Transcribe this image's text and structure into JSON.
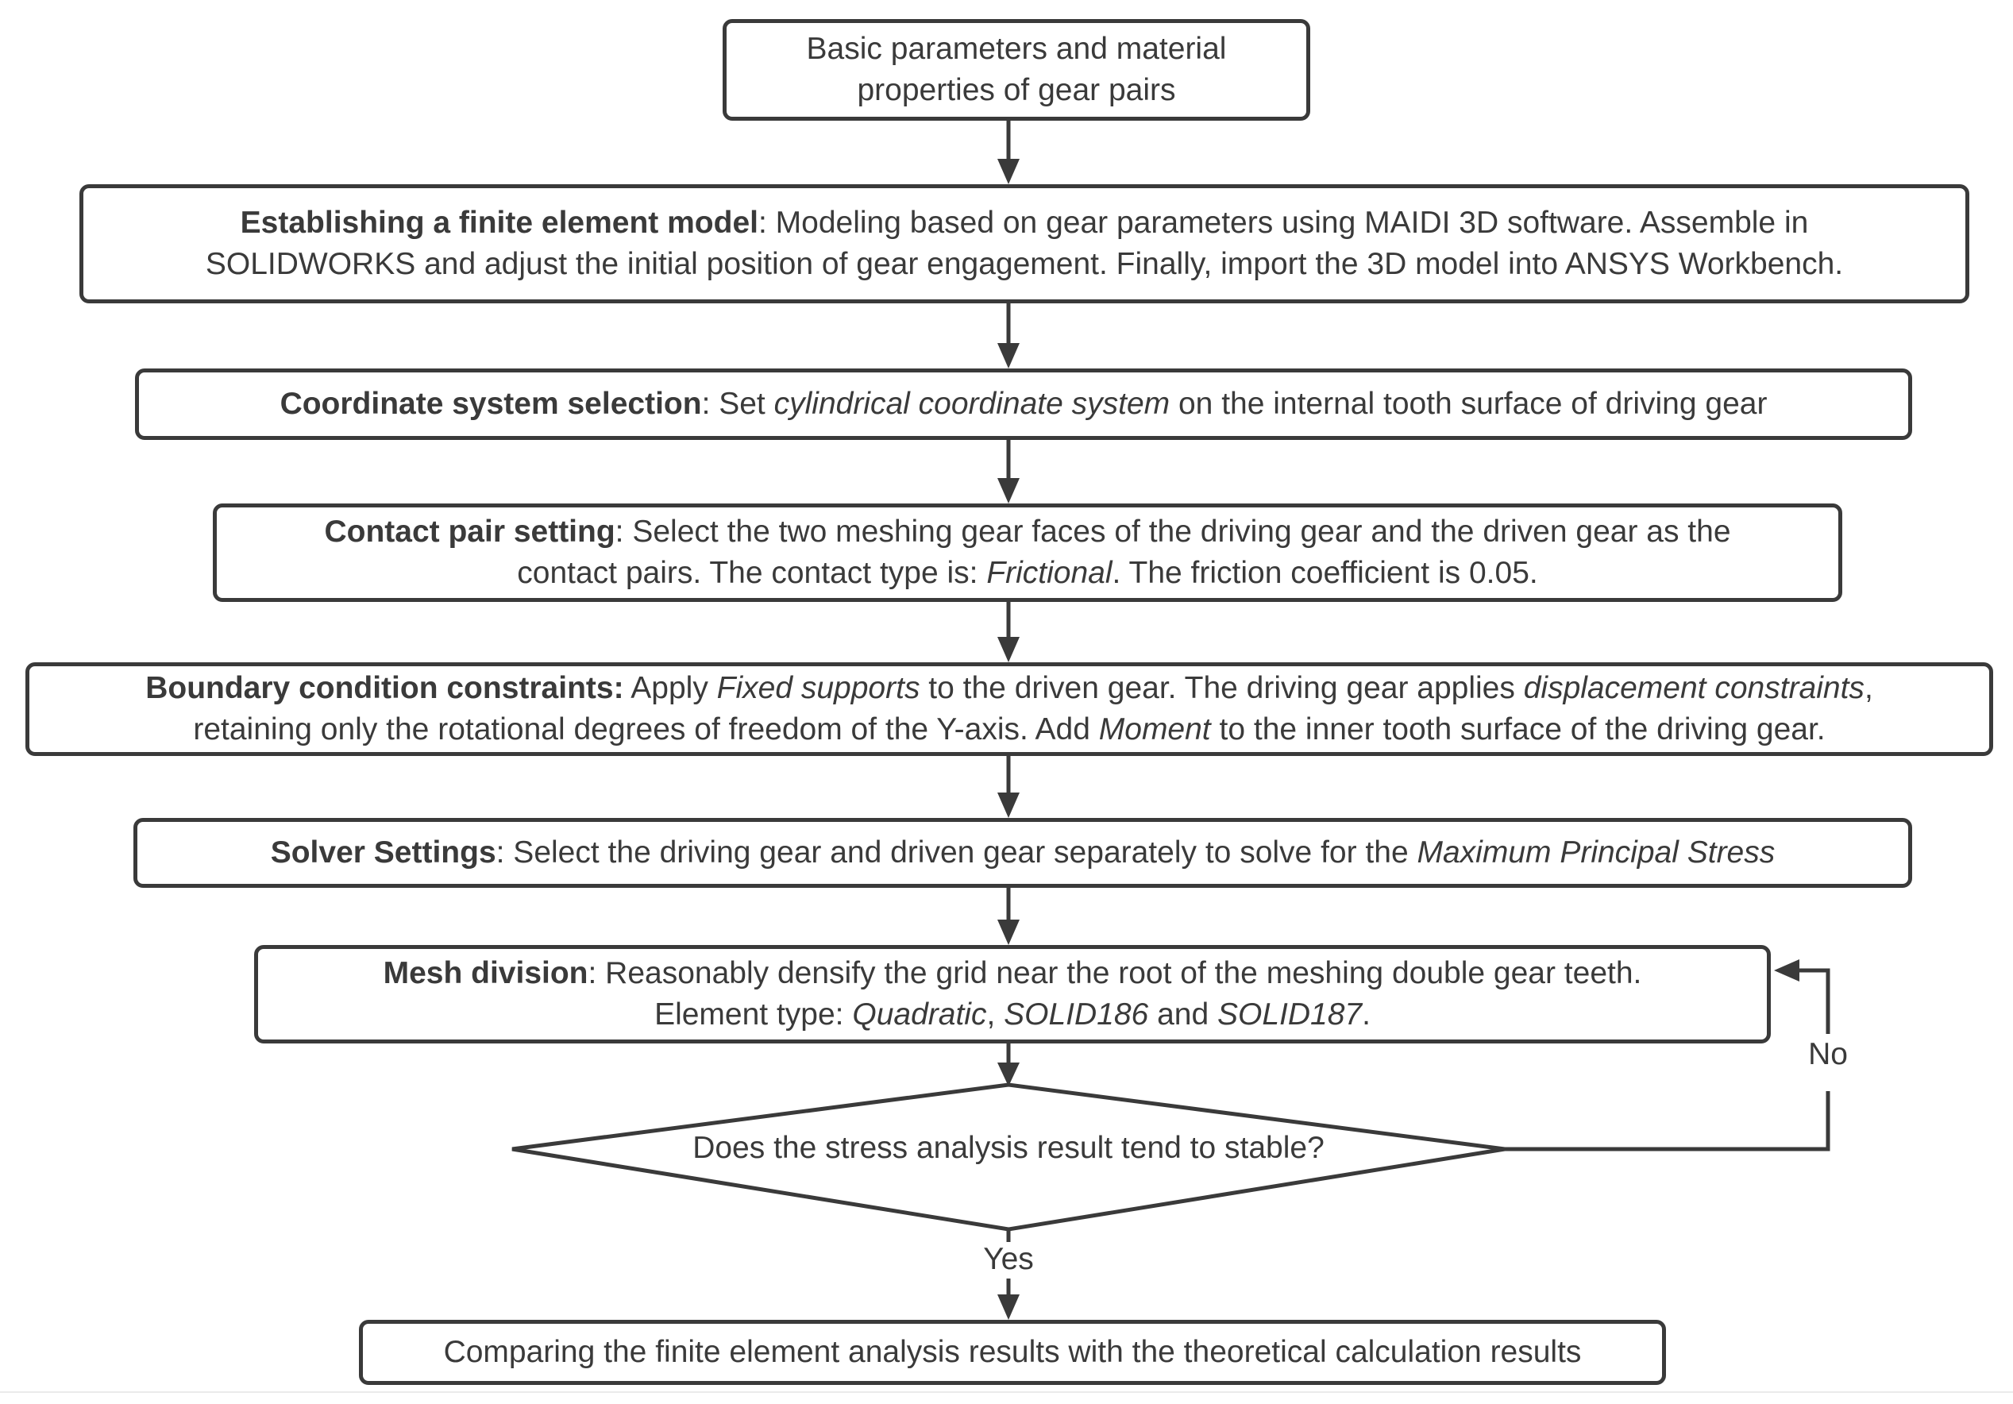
{
  "diagram": {
    "colors": {
      "line": "#3a3a3a",
      "text": "#3a3a3a",
      "background": "#ffffff"
    },
    "labels": {
      "yes": "Yes",
      "no": "No"
    },
    "nodes": {
      "start": {
        "segments": [
          {
            "t": "Basic parameters and material"
          },
          {
            "br": true
          },
          {
            "t": "properties of gear pairs"
          }
        ]
      },
      "fem": {
        "segments": [
          {
            "t": "Establishing a finite element model",
            "b": true
          },
          {
            "t": ": Modeling based on gear parameters using MAIDI 3D software. Assemble in"
          },
          {
            "br": true
          },
          {
            "t": "SOLIDWORKS and adjust the initial position of gear engagement. Finally, import the 3D model into ANSYS Workbench."
          }
        ]
      },
      "coordinate": {
        "segments": [
          {
            "t": "Coordinate system selection",
            "b": true
          },
          {
            "t": ": Set "
          },
          {
            "t": "cylindrical coordinate system",
            "i": true
          },
          {
            "t": " on the internal tooth surface of driving gear"
          }
        ]
      },
      "contact": {
        "segments": [
          {
            "t": "Contact pair setting",
            "b": true
          },
          {
            "t": ": Select the two meshing gear faces of the driving gear and the driven gear as the"
          },
          {
            "br": true
          },
          {
            "t": "contact pairs. The contact type is: "
          },
          {
            "t": "Frictional",
            "i": true
          },
          {
            "t": ". The friction coefficient is 0.05."
          }
        ]
      },
      "boundary": {
        "segments": [
          {
            "t": "Boundary condition constraints:",
            "b": true
          },
          {
            "t": " Apply "
          },
          {
            "t": "Fixed supports",
            "i": true
          },
          {
            "t": " to the driven gear. The driving gear applies "
          },
          {
            "t": "displacement constraints",
            "i": true
          },
          {
            "t": ","
          },
          {
            "br": true
          },
          {
            "t": "retaining only the rotational degrees of freedom of the Y-axis. Add "
          },
          {
            "t": "Moment",
            "i": true
          },
          {
            "t": " to the inner tooth surface of the driving gear."
          }
        ]
      },
      "solver": {
        "segments": [
          {
            "t": "Solver Settings",
            "b": true
          },
          {
            "t": ": Select the driving gear and driven gear separately to solve for the "
          },
          {
            "t": "Maximum Principal Stress",
            "i": true
          }
        ]
      },
      "mesh": {
        "segments": [
          {
            "t": "Mesh division",
            "b": true
          },
          {
            "t": ": Reasonably densify the grid near the root of the meshing double gear teeth."
          },
          {
            "br": true
          },
          {
            "t": "Element type: "
          },
          {
            "t": "Quadratic",
            "i": true
          },
          {
            "t": ", "
          },
          {
            "t": "SOLID186",
            "i": true
          },
          {
            "t": " and "
          },
          {
            "t": "SOLID187",
            "i": true
          },
          {
            "t": "."
          }
        ]
      },
      "decision": {
        "text": "Does the stress analysis result tend to stable?"
      },
      "compare": {
        "text": "Comparing the finite element analysis results with the theoretical calculation results"
      }
    }
  }
}
